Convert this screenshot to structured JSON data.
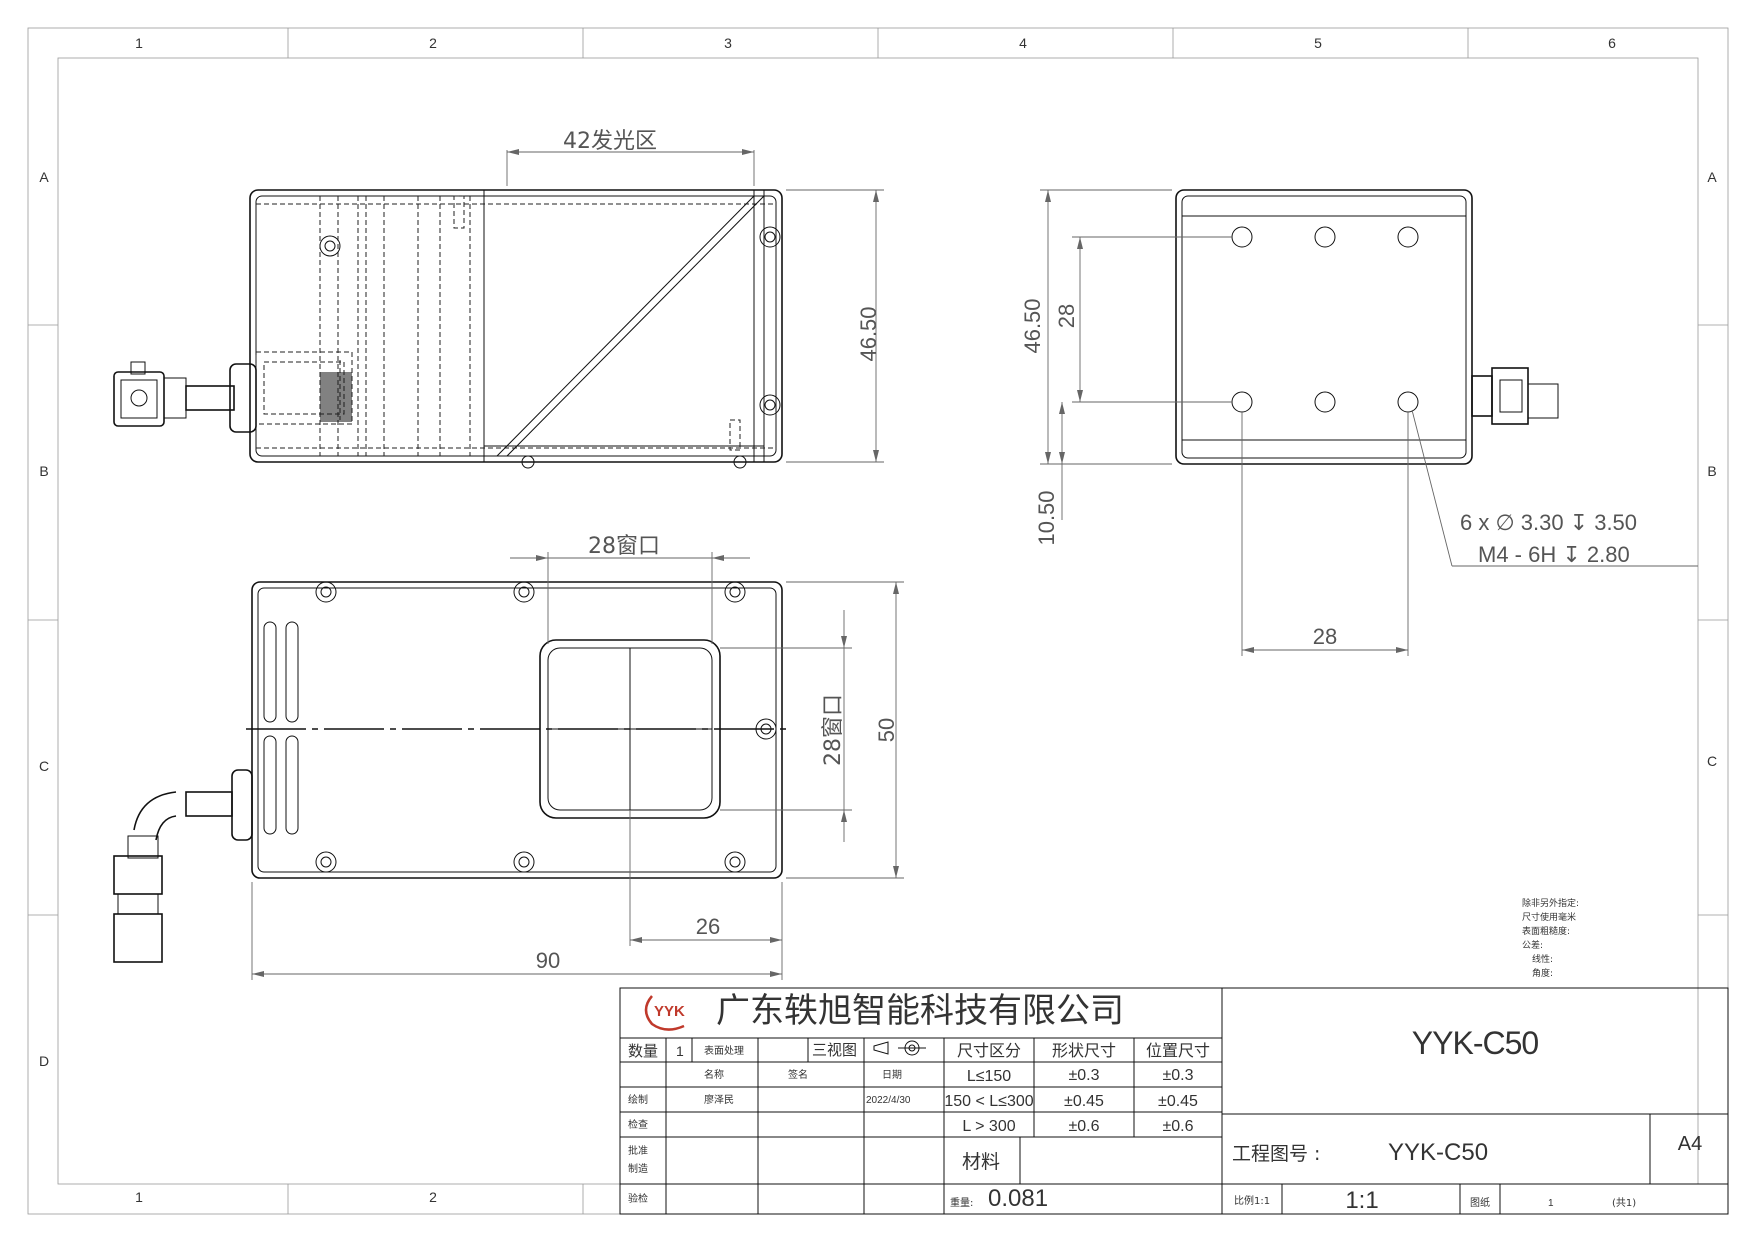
{
  "border": {
    "columns": [
      "1",
      "2",
      "3",
      "4",
      "5",
      "6"
    ],
    "rows": [
      "A",
      "B",
      "C",
      "D"
    ]
  },
  "views": {
    "side_view": {
      "dim_top": "42发光区",
      "dim_height": "46.50"
    },
    "end_view": {
      "dim_height": "46.50",
      "dim_holes_vertical": "28",
      "dim_bottom": "10.50",
      "dim_holes_horizontal": "28",
      "hole_note_1": "6 x ∅ 3.30 ↧ 3.50",
      "hole_note_2": "M4 - 6H ↧ 2.80"
    },
    "front_view": {
      "dim_window_width": "28窗口",
      "dim_window_height": "28窗口",
      "dim_height": "50",
      "dim_offset": "26",
      "dim_length": "90"
    }
  },
  "notes": {
    "title": "除非另外指定:",
    "lines": [
      "尺寸使用毫米",
      "表面粗糙度:",
      "公差:",
      "线性:",
      "角度:"
    ]
  },
  "title_block": {
    "company": "广东轶旭智能科技有限公司",
    "logo_text": "YYK",
    "drawing_title": "YYK-C50",
    "qty_label": "数量",
    "qty_value": "1",
    "surface_label": "表面处理",
    "projection_label": "三视图",
    "name_label": "名称",
    "sign_label": "签名",
    "date_label": "日期",
    "drawn_label": "绘制",
    "drawn_by": "廖泽民",
    "drawn_date": "2022/4/30",
    "check_label": "检查",
    "approve_label": "批准",
    "make_label": "制造",
    "inspect_label": "验检",
    "tolerance_header": [
      "尺寸区分",
      "形状尺寸",
      "位置尺寸"
    ],
    "tolerance_rows": [
      [
        "L≤150",
        "±0.3",
        "±0.3"
      ],
      [
        "150 < L≤300",
        "±0.45",
        "±0.45"
      ],
      [
        "L > 300",
        "±0.6",
        "±0.6"
      ]
    ],
    "material_label": "材料",
    "weight_label": "重量:",
    "weight_value": "0.081",
    "drawing_no_label": "工程图号 :",
    "drawing_no": "YYK-C50",
    "paper_size": "A4",
    "scale_label": "比例1:1",
    "scale_value": "1:1",
    "sheet_label": "图纸",
    "sheet_no": "1",
    "sheet_total": "(共1)"
  }
}
